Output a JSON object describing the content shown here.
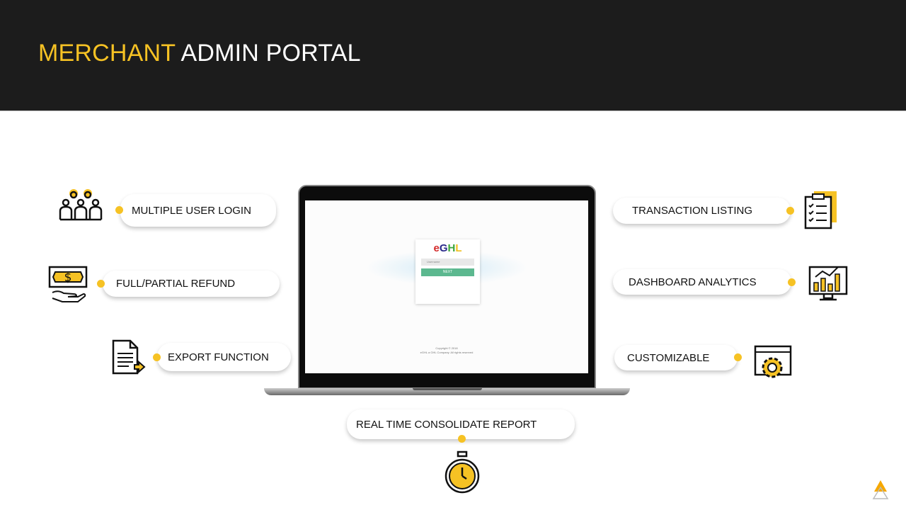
{
  "header": {
    "title_highlight": "MERCHANT",
    "title_rest": "ADMIN PORTAL"
  },
  "colors": {
    "accent": "#f6c224",
    "header_bg": "#1c1c1c"
  },
  "features": {
    "multiple_user_login": {
      "label": "MULTIPLE USER LOGIN",
      "icon": "users-icon"
    },
    "full_partial_refund": {
      "label": "FULL/PARTIAL REFUND",
      "icon": "money-hand-icon"
    },
    "export_function": {
      "label": "EXPORT FUNCTION",
      "icon": "document-export-icon"
    },
    "transaction_listing": {
      "label": "TRANSACTION LISTING",
      "icon": "checklist-icon"
    },
    "dashboard_analytics": {
      "label": "DASHBOARD ANALYTICS",
      "icon": "chart-monitor-icon"
    },
    "customizable": {
      "label": "CUSTOMIZABLE",
      "icon": "gear-window-icon"
    },
    "real_time_report": {
      "label": "REAL TIME CONSOLIDATE REPORT",
      "icon": "stopwatch-icon"
    }
  },
  "laptop_screen": {
    "logo": {
      "e": "e",
      "g": "G",
      "h": "H",
      "l": "L"
    },
    "username_placeholder": "Username",
    "next_label": "NEXT",
    "copyright_line1": "Copyright © 2018",
    "copyright_line2": "eGHL a GHL Company. All rights reserved"
  }
}
